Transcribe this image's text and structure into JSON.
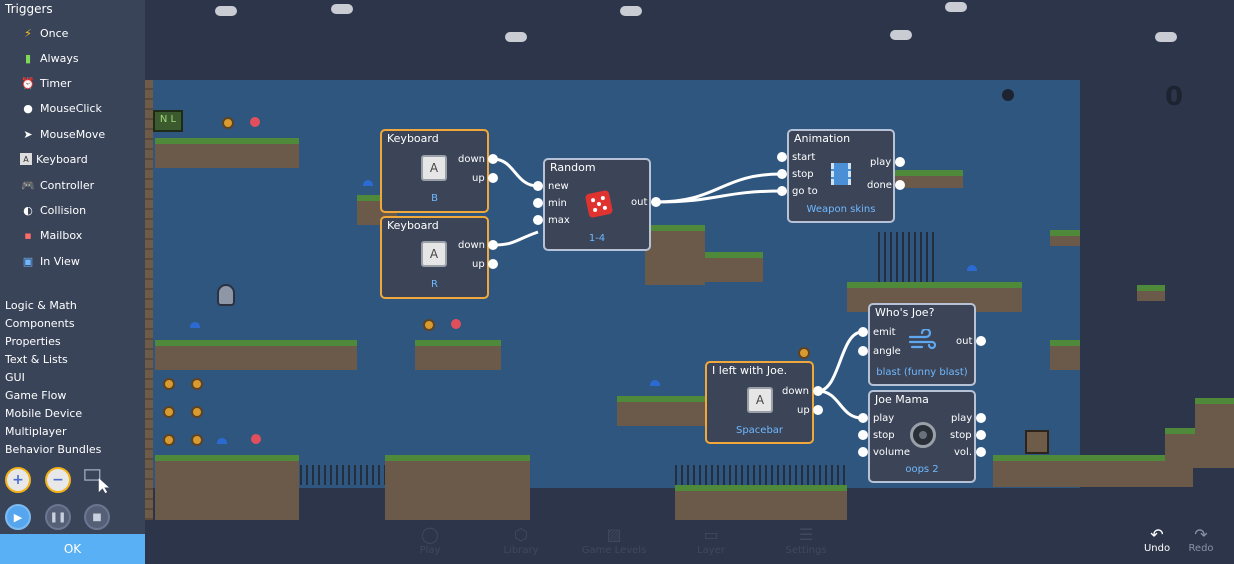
{
  "sidebar": {
    "section_title": "Triggers",
    "triggers": [
      {
        "label": "Once",
        "icon": "lightning-icon"
      },
      {
        "label": "Always",
        "icon": "battery-icon"
      },
      {
        "label": "Timer",
        "icon": "alarm-clock-icon"
      },
      {
        "label": "MouseClick",
        "icon": "mouse-icon"
      },
      {
        "label": "MouseMove",
        "icon": "cursor-icon"
      },
      {
        "label": "Keyboard",
        "icon": "key-icon"
      },
      {
        "label": "Controller",
        "icon": "gamepad-icon"
      },
      {
        "label": "Collision",
        "icon": "collision-icon"
      },
      {
        "label": "Mailbox",
        "icon": "mailbox-icon"
      },
      {
        "label": "In View",
        "icon": "monitor-icon"
      }
    ],
    "categories": [
      "Logic & Math",
      "Components",
      "Properties",
      "Text & Lists",
      "GUI",
      "Game Flow",
      "Mobile Device",
      "Multiplayer",
      "Behavior Bundles"
    ],
    "ok_label": "OK"
  },
  "score": "0",
  "nodes": {
    "keyboard_b": {
      "title": "Keyboard",
      "key": "A",
      "subtitle": "B",
      "ports_out": [
        "down",
        "up"
      ]
    },
    "keyboard_r": {
      "title": "Keyboard",
      "key": "A",
      "subtitle": "R",
      "ports_out": [
        "down",
        "up"
      ]
    },
    "random": {
      "title": "Random",
      "ports_in": [
        "new",
        "min",
        "max"
      ],
      "ports_out": [
        "out"
      ],
      "subtitle": "1-4"
    },
    "animation": {
      "title": "Animation",
      "ports_in": [
        "start",
        "stop",
        "go to"
      ],
      "ports_out": [
        "play",
        "done"
      ],
      "subtitle": "Weapon skins"
    },
    "whos_joe": {
      "title": "Who's Joe?",
      "ports_in": [
        "emit",
        "angle"
      ],
      "ports_out": [
        "out"
      ],
      "subtitle": "blast (funny blast)"
    },
    "left_with_joe": {
      "title": "I left with Joe.",
      "key": "A",
      "subtitle": "Spacebar",
      "ports_out": [
        "down",
        "up"
      ]
    },
    "joe_mama": {
      "title": "Joe Mama",
      "ports_in": [
        "play",
        "stop",
        "volume"
      ],
      "ports_out": [
        "play",
        "stop",
        "vol."
      ],
      "subtitle": "oops 2"
    }
  },
  "bottom_nav": [
    {
      "label": "Play",
      "icon": "play-circle-icon"
    },
    {
      "label": "Library",
      "icon": "cube-icon"
    },
    {
      "label": "Game Levels",
      "icon": "image-icon"
    },
    {
      "label": "Layer",
      "icon": "layers-icon"
    },
    {
      "label": "Settings",
      "icon": "sliders-icon"
    }
  ],
  "undo_label": "Undo",
  "redo_label": "Redo",
  "colors": {
    "accent": "#5ab0f4",
    "node_border": "#b8c2d6",
    "trigger_border": "#f0a83a",
    "sky": "#2f567f"
  }
}
